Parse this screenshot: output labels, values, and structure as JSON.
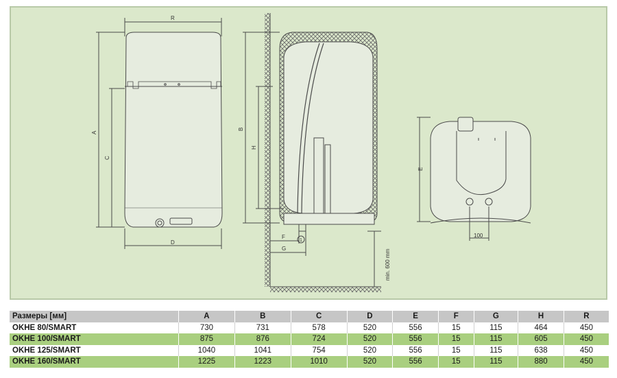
{
  "diagram": {
    "labels": {
      "R": "R",
      "A": "A",
      "C": "C",
      "D": "D",
      "B": "B",
      "H": "H",
      "F": "F",
      "G": "G",
      "E": "E",
      "d100": "100",
      "min600": "min. 600 mm",
      "circle1": "1"
    },
    "colors": {
      "panel": "#dbe8cb",
      "line": "#4a4a4a",
      "tank": "#e6ecdf"
    }
  },
  "table": {
    "headers": [
      "Размеры [мм]",
      "A",
      "B",
      "C",
      "D",
      "E",
      "F",
      "G",
      "H",
      "R"
    ],
    "rows": [
      [
        "OKHE 80/SMART",
        "730",
        "731",
        "578",
        "520",
        "556",
        "15",
        "115",
        "464",
        "450"
      ],
      [
        "OKHE 100/SMART",
        "875",
        "876",
        "724",
        "520",
        "556",
        "15",
        "115",
        "605",
        "450"
      ],
      [
        "OKHE 125/SMART",
        "1040",
        "1041",
        "754",
        "520",
        "556",
        "15",
        "115",
        "638",
        "450"
      ],
      [
        "OKHE 160/SMART",
        "1225",
        "1223",
        "1010",
        "520",
        "556",
        "15",
        "115",
        "880",
        "450"
      ]
    ]
  }
}
